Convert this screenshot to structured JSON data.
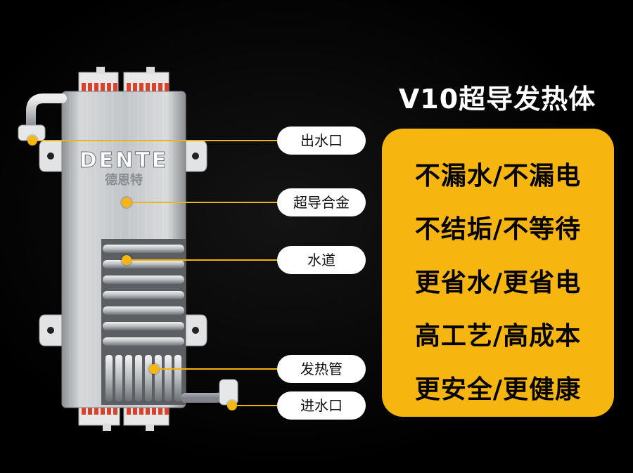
{
  "product": {
    "brand_logo": "DENTE",
    "brand_cn": "德恩特"
  },
  "callouts": [
    {
      "label": "出水口"
    },
    {
      "label": "超导合金"
    },
    {
      "label": "水道"
    },
    {
      "label": "发热管"
    },
    {
      "label": "进水口"
    }
  ],
  "headline": "V10超导发热体",
  "features": [
    "不漏水/不漏电",
    "不结垢/不等待",
    "更省水/更省电",
    "高工艺/高成本",
    "更安全/更健康"
  ],
  "colors": {
    "accent": "#f6b60f",
    "background": "#000000",
    "label_bg": "#ffffff"
  }
}
